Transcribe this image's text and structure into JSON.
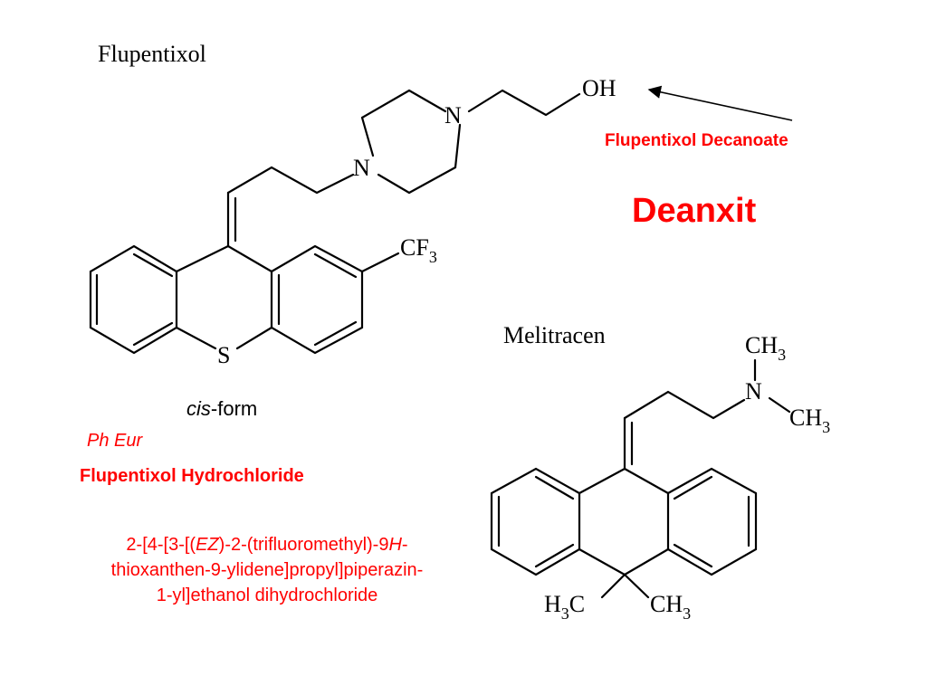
{
  "slide": {
    "flupentixol_title": "Flupentixol",
    "melitracen_title": "Melitracen",
    "deanxit": "Deanxit",
    "decanoate_label": "Flupentixol Decanoate",
    "cis_prefix": "cis",
    "cis_suffix": "-form",
    "ph_eur": "Ph Eur",
    "hydrochloride": "Flupentixol Hydrochloride",
    "iupac": {
      "line1_a": "2-[4-[3-[(",
      "line1_ez": "EZ",
      "line1_b": ")-2-(trifluoromethyl)-9",
      "line1_h": "H",
      "line1_c": "-",
      "line2": "thioxanthen-9-ylidene]propyl]piperazin-",
      "line3": "1-yl]ethanol  dihydrochloride"
    }
  },
  "atoms": {
    "oh": "OH",
    "n_upper": "N",
    "n_lower": "N",
    "cf3_main": "CF",
    "cf3_sub": "3",
    "s": "S",
    "ch3_top_main": "CH",
    "ch3_top_sub": "3",
    "n_mel": "N",
    "ch3_right_main": "CH",
    "ch3_right_sub": "3",
    "h3c_h": "H",
    "h3c_sub": "3",
    "h3c_c": "C",
    "ch3_bottom_main": "CH",
    "ch3_bottom_sub": "3"
  },
  "colors": {
    "accent_red": "#ff0000",
    "bond": "#000000"
  }
}
